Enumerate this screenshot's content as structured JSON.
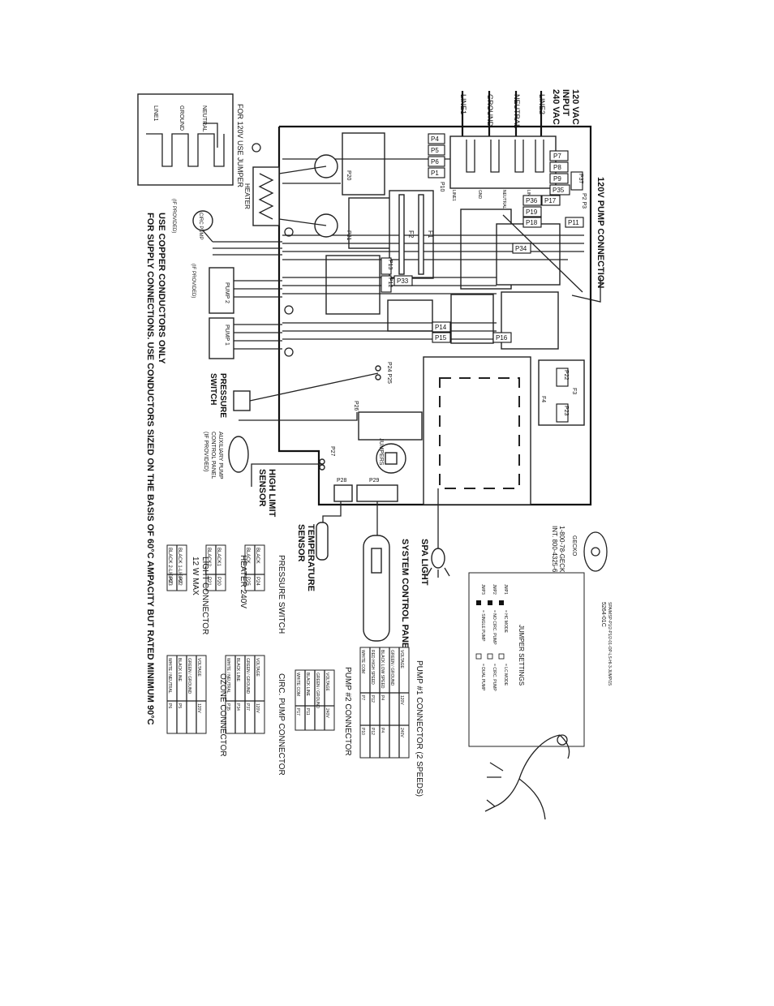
{
  "power": {
    "input_lines": [
      "120 VAC",
      "INPUT",
      "240 VAC"
    ],
    "wires": [
      "LINE1",
      "GROUND",
      "NEUTRAL",
      "LINE2"
    ],
    "pump_connection": "120V PUMP CONNECTION"
  },
  "jumper_box": {
    "title": "FOR 120V USE JUMPER",
    "wires": [
      "LINE1",
      "GROUND",
      "NEUTRAL"
    ]
  },
  "connectors": {
    "p4": "P4",
    "p5": "P5",
    "p6": "P6",
    "p1": "P1",
    "p10": "P10",
    "p7": "P7",
    "p8": "P8",
    "p9": "P9",
    "p35": "P35",
    "p37": "P37",
    "p2p3": "P2 P3",
    "p36": "P36",
    "p17": "P17",
    "p19": "P19",
    "p18": "P18",
    "p11": "P11",
    "p34": "P34",
    "p13": "P13",
    "p12": "P12",
    "p33": "P33",
    "p14": "P14",
    "p15": "P15",
    "p16": "P16",
    "p22": "P22",
    "p23": "P23",
    "p20": "P20",
    "p21": "P21",
    "p26": "P26",
    "p27": "P27",
    "p28": "P28",
    "p29": "P29",
    "p24p25": "P24 P25"
  },
  "fuses": {
    "f1": "F1",
    "f2": "F2",
    "f3": "F3",
    "f4": "F4"
  },
  "board_terms": [
    "LINE1",
    "GND",
    "NEUTRAL",
    "LINE2"
  ],
  "components": {
    "heater": "HEATER",
    "circ_pump": "CIRC PUMP",
    "if_provided": "(IF PROVIDED)",
    "pump2": "PUMP 2",
    "pump1": "PUMP 1",
    "pressure_switch": [
      "PRESSURE",
      "SWITCH"
    ],
    "aux_panel": [
      "AUXILIARY PUMP",
      "CONTROL PANEL",
      "(IF PROVIDED)"
    ],
    "high_limit": [
      "HIGH LIMIT",
      "SENSOR"
    ],
    "temp_sensor": [
      "TEMPERATURE",
      "SENSOR"
    ],
    "jumpers": "JUMPERS",
    "spa_light": "SPA LIGHT",
    "system_panel": "SYSTEM CONTROL PANEL"
  },
  "copper_note": [
    "USE COPPER CONDUCTORS ONLY",
    "FOR SUPPLY CONNECTIONS. USE CONDUCTORS SIZED ON THE BASIS OF 60°C AMPACITY BUT RATED MINIMUM 90°C"
  ],
  "brand": {
    "logo": "GECKO",
    "phone": [
      "1-800-78-GECKO",
      "INT. 800-4325-6000"
    ],
    "model": [
      "SPA/MSP-P1/2-P1/2-01-OP-LS-HI-3-JUMP/15",
      "5264-01C"
    ]
  },
  "jumper_settings": {
    "title": "JUMPER SETTINGS",
    "rows": [
      {
        "jp": "JMP1",
        "off": "= HC MODE",
        "on": "= LC MODE"
      },
      {
        "jp": "JMP2",
        "off": "= NO CIRC. PUMP",
        "on": "= CIRC. PUMP"
      },
      {
        "jp": "JMP3",
        "off": "= SINGLE PUMP",
        "on": "= DUAL PUMP"
      }
    ]
  },
  "tables": {
    "pressure": {
      "title": "PRESSURE SWITCH",
      "rows": [
        [
          "BLACK",
          "P24"
        ],
        [
          "BLACK",
          "P25"
        ]
      ]
    },
    "heater": {
      "title": "HEATER 240V",
      "rows": [
        [
          "BLACK1",
          "P20"
        ],
        [
          "BLACK2",
          "P21"
        ]
      ]
    },
    "light": {
      "title": [
        "LIGHT CONNECTOR",
        "12 W MAX"
      ],
      "rows": [
        [
          "BLACK 1-LIGHT",
          "P22"
        ],
        [
          "BLACK 2-LIGHT",
          "P23"
        ]
      ]
    },
    "pump1": {
      "title": "PUMP #1 CONNECTOR (2 SPEEDS)",
      "head": [
        "VOLTAGE",
        "120V",
        "240V"
      ],
      "rows": [
        [
          "GREEN / GROUND",
          "",
          ""
        ],
        [
          "BLACK LOW SPEED",
          "P4",
          "P4"
        ],
        [
          "RED HIGH SPEED",
          "P12",
          "P12"
        ],
        [
          "WHITE COM",
          "P7",
          "P10"
        ]
      ]
    },
    "pump2": {
      "title": "PUMP #2 CONNECTOR",
      "head": [
        "VOLTAGE",
        "240V"
      ],
      "rows": [
        [
          "GREEN / GROUND",
          ""
        ],
        [
          "BLACK LINE",
          "P11"
        ],
        [
          "WHITE COM",
          "P17"
        ]
      ]
    },
    "circ": {
      "title": "CIRC. PUMP CONNECTOR",
      "head": [
        "VOLTAGE",
        "120V"
      ],
      "rows": [
        [
          "GREEN / GROUND",
          "P37"
        ],
        [
          "BLACK LINE",
          "P34"
        ],
        [
          "WHITE / NEUTRAL",
          "P35"
        ]
      ]
    },
    "ozone": {
      "title": "OZONE CONNECTOR",
      "head": [
        "VOLTAGE",
        "120V"
      ],
      "rows": [
        [
          "GREEN / GROUND",
          ""
        ],
        [
          "BLACK LINE",
          "P5"
        ],
        [
          "WHITE / NEUTRAL",
          "P6"
        ]
      ]
    }
  }
}
